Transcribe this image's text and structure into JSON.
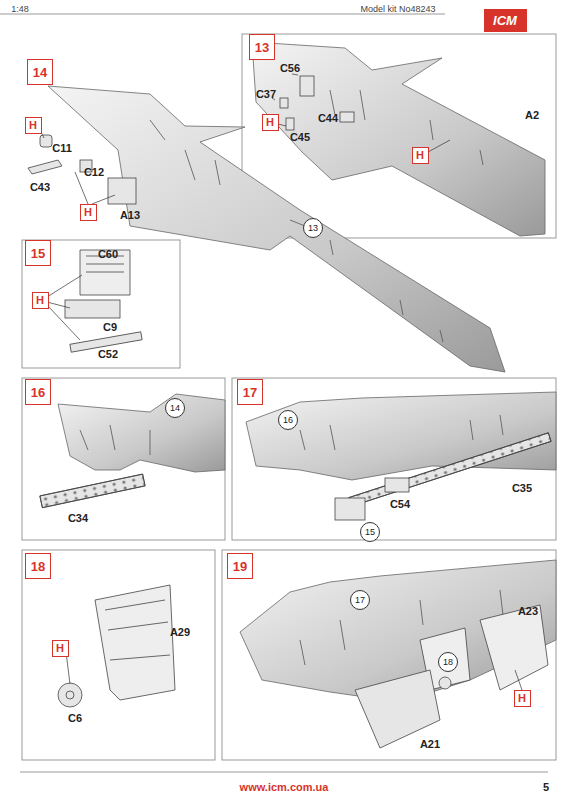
{
  "diagram": {
    "nodes": [
      {
        "text": [
          "ICM"
        ]
      },
      {
        "text": [
          "14"
        ]
      },
      {
        "text": [
          "H"
        ]
      },
      {
        "text": [
          "13"
        ]
      },
      {
        "text": [
          "H"
        ]
      },
      {
        "text": [
          "H"
        ]
      },
      {
        "text": [
          "H"
        ]
      },
      {
        "text": [
          "13"
        ]
      },
      {
        "text": [
          "15"
        ]
      },
      {
        "text": [
          "H"
        ]
      },
      {
        "text": [
          "16"
        ]
      },
      {
        "text": [
          "14"
        ]
      },
      {
        "text": [
          "17"
        ]
      },
      {
        "text": [
          "16"
        ]
      },
      {
        "text": [
          "15"
        ]
      },
      {
        "text": [
          "18"
        ]
      },
      {
        "text": [
          "H"
        ]
      },
      {
        "text": [
          "19"
        ]
      },
      {
        "text": [
          "17"
        ]
      },
      {
        "text": [
          "18"
        ]
      },
      {
        "text": [
          "H"
        ]
      }
    ],
    "labels": [
      "1:48",
      "Model kit No48243",
      "C56",
      "C37",
      "C45",
      "C44",
      "A2",
      "C11",
      "C12",
      "C43",
      "A13",
      "C60",
      "C9",
      "C52",
      "C34",
      "C54",
      "C35",
      "A29",
      "C6",
      "A23",
      "A21",
      "www.icm.com.ua",
      "5"
    ]
  }
}
